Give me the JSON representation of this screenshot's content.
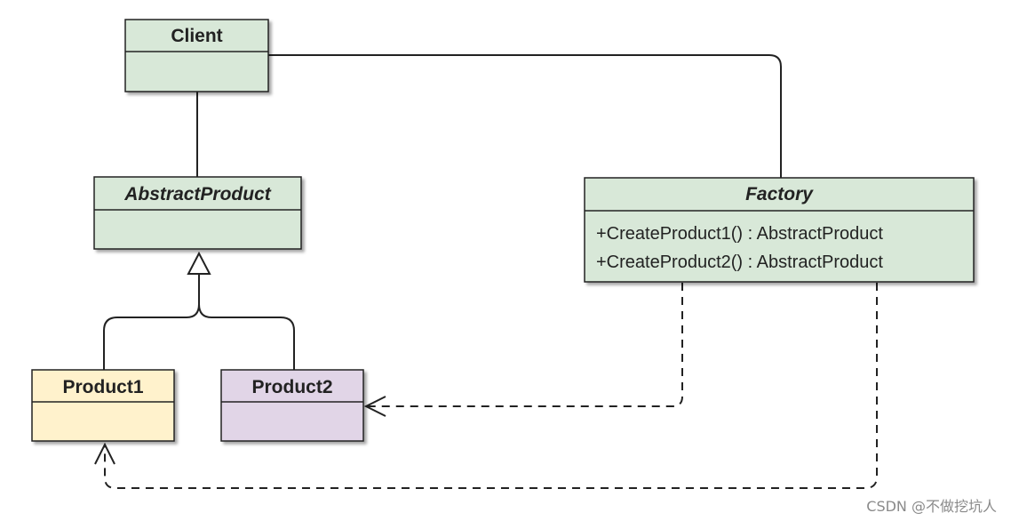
{
  "classes": {
    "client": {
      "name": "Client"
    },
    "abstract_product": {
      "name": "AbstractProduct"
    },
    "factory": {
      "name": "Factory",
      "operations": [
        "+CreateProduct1() : AbstractProduct",
        "+CreateProduct2() : AbstractProduct"
      ]
    },
    "product1": {
      "name": "Product1"
    },
    "product2": {
      "name": "Product2"
    }
  },
  "colors": {
    "green": "#d8e8d8",
    "yellow": "#fff2cc",
    "purple": "#e1d5e7",
    "stroke": "#222222"
  },
  "watermark": "CSDN @不做挖坑人"
}
